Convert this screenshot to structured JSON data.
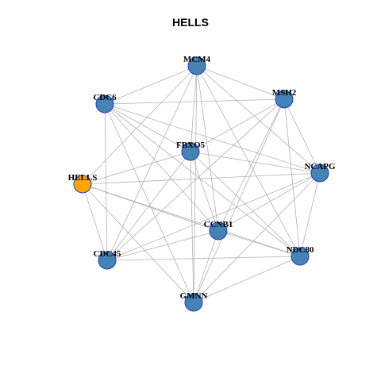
{
  "title": "HELLS",
  "colors": {
    "node": "#4682b4",
    "hub": "#ffa500",
    "edge": "#b3b3b3",
    "border": "#1f3fbf"
  },
  "nodes": [
    {
      "id": "MCM4",
      "label": "MCM4",
      "hub": false
    },
    {
      "id": "MSH2",
      "label": "MSH2",
      "hub": false
    },
    {
      "id": "CDC6",
      "label": "CDC6",
      "hub": false
    },
    {
      "id": "FBXO5",
      "label": "FBXO5",
      "hub": false
    },
    {
      "id": "NCAPG",
      "label": "NCAPG",
      "hub": false
    },
    {
      "id": "HELLS",
      "label": "HELLS",
      "hub": true
    },
    {
      "id": "CCNB1",
      "label": "CCNB1",
      "hub": false
    },
    {
      "id": "NDC80",
      "label": "NDC80",
      "hub": false
    },
    {
      "id": "CDC45",
      "label": "CDC45",
      "hub": false
    },
    {
      "id": "GMNN",
      "label": "GMNN",
      "hub": false
    }
  ],
  "edges": [
    [
      "MCM4",
      "MSH2"
    ],
    [
      "MCM4",
      "CDC6"
    ],
    [
      "MCM4",
      "FBXO5"
    ],
    [
      "MCM4",
      "NCAPG"
    ],
    [
      "MCM4",
      "HELLS"
    ],
    [
      "MCM4",
      "CCNB1"
    ],
    [
      "MCM4",
      "NDC80"
    ],
    [
      "MCM4",
      "CDC45"
    ],
    [
      "MCM4",
      "GMNN"
    ],
    [
      "MSH2",
      "CDC6"
    ],
    [
      "MSH2",
      "FBXO5"
    ],
    [
      "MSH2",
      "NCAPG"
    ],
    [
      "MSH2",
      "CCNB1"
    ],
    [
      "MSH2",
      "NDC80"
    ],
    [
      "MSH2",
      "CDC45"
    ],
    [
      "MSH2",
      "GMNN"
    ],
    [
      "CDC6",
      "FBXO5"
    ],
    [
      "CDC6",
      "NCAPG"
    ],
    [
      "CDC6",
      "CCNB1"
    ],
    [
      "CDC6",
      "NDC80"
    ],
    [
      "CDC6",
      "CDC45"
    ],
    [
      "CDC6",
      "GMNN"
    ],
    [
      "FBXO5",
      "NCAPG"
    ],
    [
      "FBXO5",
      "HELLS"
    ],
    [
      "FBXO5",
      "CCNB1"
    ],
    [
      "FBXO5",
      "NDC80"
    ],
    [
      "FBXO5",
      "CDC45"
    ],
    [
      "FBXO5",
      "GMNN"
    ],
    [
      "NCAPG",
      "HELLS"
    ],
    [
      "NCAPG",
      "CCNB1"
    ],
    [
      "NCAPG",
      "NDC80"
    ],
    [
      "NCAPG",
      "CDC45"
    ],
    [
      "NCAPG",
      "GMNN"
    ],
    [
      "HELLS",
      "CCNB1"
    ],
    [
      "HELLS",
      "NDC80"
    ],
    [
      "HELLS",
      "CDC45"
    ],
    [
      "HELLS",
      "GMNN"
    ],
    [
      "CCNB1",
      "NDC80"
    ],
    [
      "CCNB1",
      "CDC45"
    ],
    [
      "CCNB1",
      "GMNN"
    ],
    [
      "NDC80",
      "CDC45"
    ],
    [
      "NDC80",
      "GMNN"
    ]
  ]
}
